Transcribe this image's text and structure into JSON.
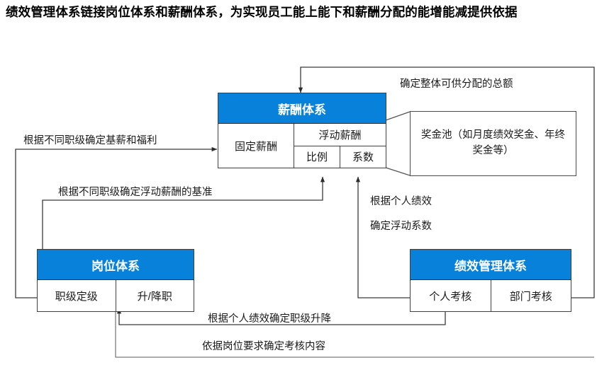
{
  "title": "绩效管理体系链接岗位体系和薪酬体系，为实现员工能上能下和薪酬分配的能增能减提供依据",
  "colors": {
    "header_blue": "#0781da",
    "border_gray": "#404040",
    "text": "#1a1a1a",
    "background": "#ffffff"
  },
  "nodes": {
    "salary_system": {
      "header": "薪酬体系",
      "fixed_pay": "固定薪酬",
      "floating_pay": "浮动薪酬",
      "ratio": "比例",
      "coefficient": "系数"
    },
    "position_system": {
      "header": "岗位体系",
      "grading": "职级定级",
      "promotion": "升/降职"
    },
    "performance_system": {
      "header": "绩效管理体系",
      "individual": "个人考核",
      "department": "部门考核"
    }
  },
  "callout": {
    "bonus_pool": "奖金池（如月度绩效奖金、年终奖金等）"
  },
  "edge_labels": {
    "total_amount": "确定整体可供分配的总额",
    "base_and_benefits": "根据不同职级确定基薪和福利",
    "floating_baseline": "根据不同职级确定浮动薪酬的基准",
    "individual_perf_line1": "根据个人绩效",
    "individual_perf_line2": "确定浮动系数",
    "grade_change": "根据个人绩效确定职级升降",
    "assessment_content": "依据岗位要求确定考核内容"
  }
}
